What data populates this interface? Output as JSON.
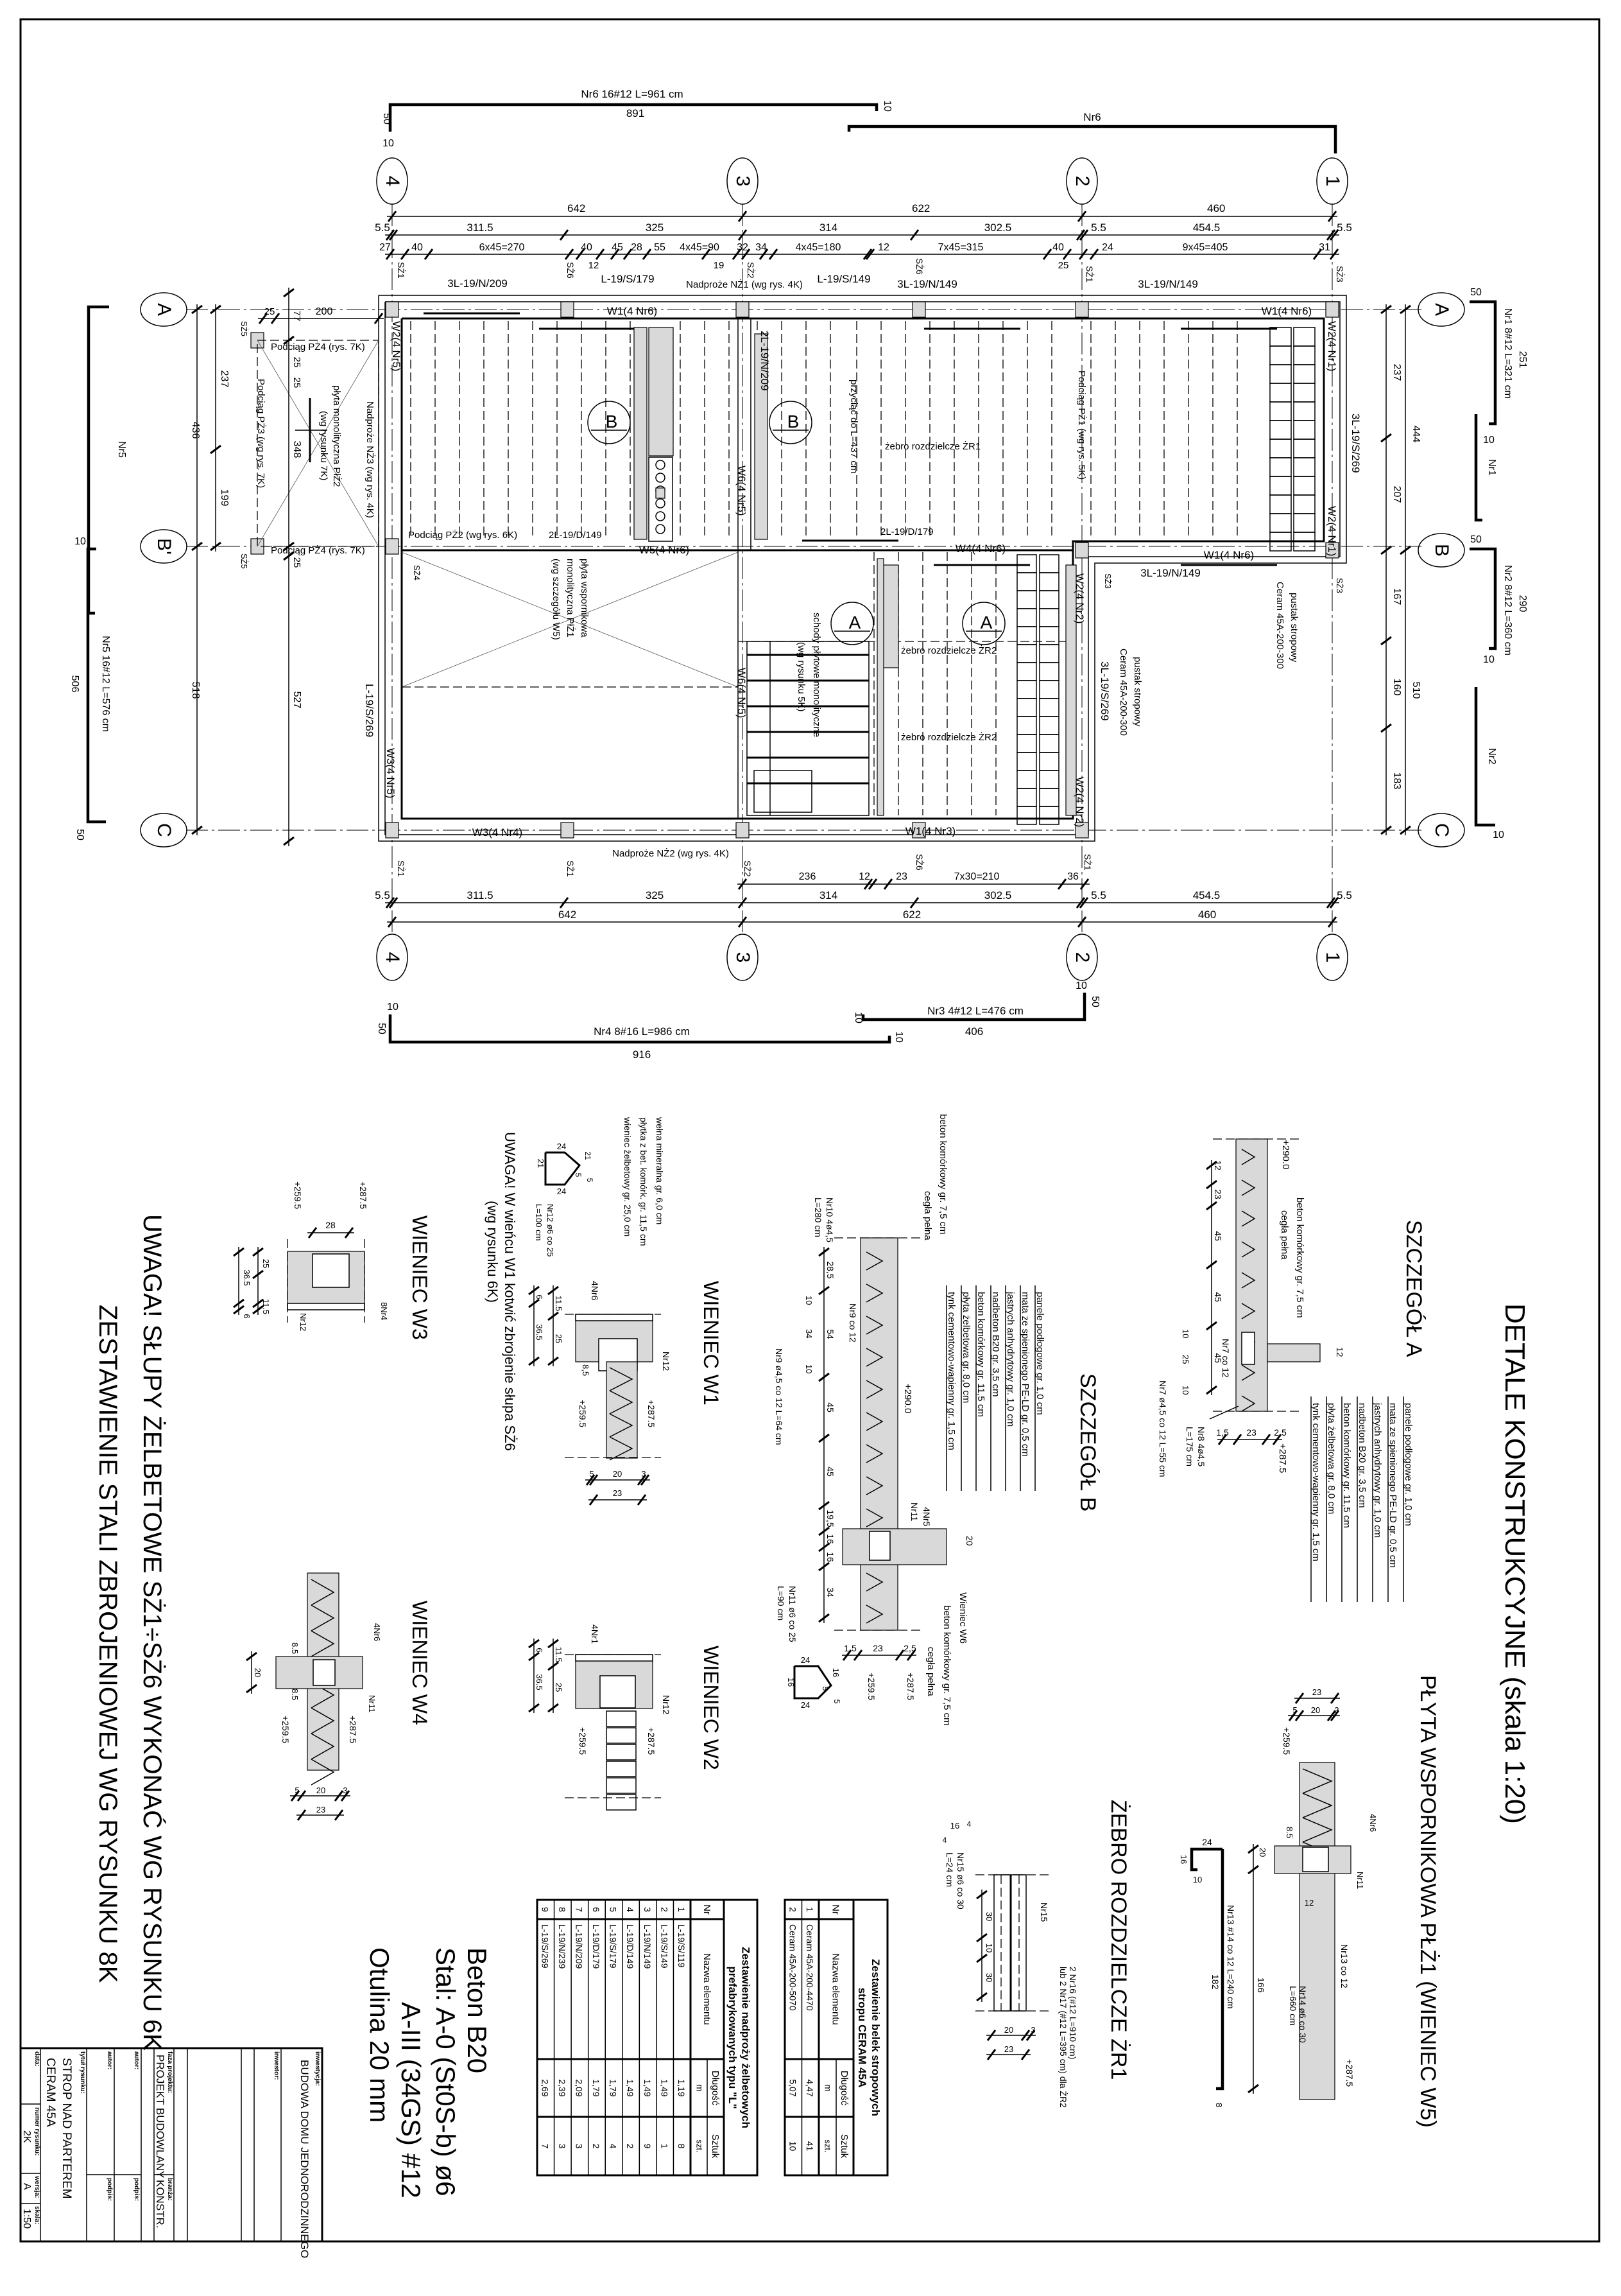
{
  "plan": {
    "grid_cols": [
      "4",
      "3",
      "2",
      "1"
    ],
    "grid_rows_left": [
      "A",
      "B'",
      "C"
    ],
    "grid_rows_right": [
      "A",
      "B",
      "C"
    ],
    "top_dims": {
      "axes": [
        "642",
        "622",
        "460"
      ],
      "walls": [
        "5.5",
        "311.5",
        "325",
        "314",
        "302.5",
        "5.5",
        "454.5",
        "5.5"
      ],
      "beams": [
        "27",
        "40",
        "6x45=270",
        "40",
        "45",
        "28",
        "55",
        "4x45=90",
        "32",
        "34",
        "4x45=180",
        "12",
        "7x45=315",
        "40",
        "24",
        "9x45=405",
        "31"
      ],
      "small": [
        "12",
        "19",
        "25"
      ]
    },
    "bottom_dims": {
      "axes": [
        "642",
        "622",
        "460"
      ],
      "walls": [
        "5.5",
        "311.5",
        "325",
        "314",
        "302.5",
        "5.5",
        "454.5",
        "5.5"
      ],
      "beams": [
        "236",
        "12",
        "23",
        "7x30=210",
        "36"
      ]
    },
    "left_dims": [
      "237",
      "199",
      "436",
      "518",
      "77",
      "25",
      "348",
      "25",
      "527",
      "25",
      "200",
      "25"
    ],
    "right_dims": [
      "237",
      "207",
      "444",
      "167",
      "160",
      "183",
      "510"
    ],
    "section_marks": [
      "B",
      "B",
      "A",
      "A"
    ],
    "labels": [
      "3L-19/N/209",
      "L-19/S/179",
      "Nadproże NŻ1 (wg rys. 4K)",
      "L-19/S/149",
      "3L-19/N/149",
      "3L-19/N/149",
      "W1(4 Nr6)",
      "W1(4 Nr6)",
      "Podciąg PŻ4 (rys. 7K)",
      "Podciąg PŻ4 (rys. 7K)",
      "Podciąg PŻ3 (wg rys. 7K)",
      "płyta monolityczna PłŻ2",
      "(wg rysunku 7K)",
      "Nadproże NŻ3 (wg rys. 4K)",
      "SŻ5",
      "SŻ5",
      "SŻ4",
      "W2(4 Nr5)",
      "L-19/S/269",
      "W3(4 Nr5)",
      "W3(4 Nr4)",
      "Podciąg PŻ2 (wg rys. 6K)",
      "2L-19/D/149",
      "W5(4 Nr6)",
      "płyta wspornikowa",
      "monolityczna PłŻ1",
      "(wg szczegółu W5)",
      "2L-19/N/209",
      "W6(4 Nr5)",
      "W6(4 Nr5)",
      "przyciąć do L=437 cm",
      "żebro rozdzielcze ŻR1",
      "Podciąg PŻ1 (wg rys. 5K)",
      "2L-19/D/179",
      "W4(4 Nr6)",
      "W1(4 Nr6)",
      "3L-19/N/149",
      "SŻ3",
      "W2(4 Nr2)",
      "schody płytowe monolityczne",
      "(wg rysunku 5K)",
      "żebro rozdzielcze ŻR2",
      "żebro rozdzielcze ŻR2",
      "pustak stropowy",
      "Ceram 45A-200-300",
      "3L-19/S/269",
      "pustak stropowy",
      "Ceram 45A-200-300",
      "3L-19/S/269",
      "W2(4 Nr1)",
      "W2(4 Nr1)",
      "W2(4 Nr2)",
      "W1(4 Nr3)",
      "SŻ3",
      "Nadproże NŻ2 (wg rys. 4K)",
      "SŻ1",
      "SŻ6",
      "SŻ2",
      "SŻ6",
      "SŻ1",
      "SŻ3",
      "SŻ1",
      "SŻ1",
      "SŻ2",
      "SŻ6",
      "SŻ1"
    ]
  },
  "rebars": [
    "Nr6 16#12 L=961 cm",
    "891",
    "50",
    "10",
    "10",
    "Nr6",
    "Nr4 8#16 L=986 cm",
    "916",
    "10",
    "50",
    "10",
    "Nr3 4#12 L=476 cm",
    "406",
    "10",
    "50",
    "10",
    "Nr5",
    "Nr5 16#12 L=576 cm",
    "506",
    "10",
    "50",
    "Nr1 8#12 L=321 cm",
    "251",
    "50",
    "10",
    "Nr1",
    "Nr2 8#12 L=360 cm",
    "290",
    "50",
    "10",
    "Nr2",
    "10"
  ],
  "details": {
    "headings": [
      "DETALE KONSTRUKCYJNE (skala 1:20)",
      "SZCZEGÓŁ A",
      "SZCZEGÓŁ B",
      "PŁYTA WSPORNIKOWA PŁŻ1 (WIENIEC W5)",
      "ŻEBRO ROZDZIELCZE ŻR1",
      "WIENIEC W1",
      "WIENIEC W2",
      "WIENIEC W3",
      "WIENIEC W4"
    ],
    "floor_layers": [
      "panele podłogowe gr. 1,0 cm",
      "mata ze spienionego PE-LD gr. 0,5 cm",
      "jastrych anhydrytowy gr. 1,0 cm",
      "nadbeton B20 gr. 3,5 cm",
      "beton komórkowy gr. 11,5 cm",
      "płyta żelbetowa gr. 8,0 cm",
      "tynk cementowo-wapienny gr. 1,5 cm"
    ],
    "szczegol_a": [
      "beton komórkowy gr. 7,5 cm",
      "cegła pełna",
      "+290.0",
      "+287.5",
      "12",
      "23",
      "45",
      "45",
      "45",
      "Nr7 co 12",
      "Nr8 4ø4,5",
      "L=175 cm",
      "Nr7 ø4,5 co 12 L=55 cm",
      "10",
      "25",
      "10",
      "1,5",
      "23",
      "2,5",
      "12"
    ],
    "szczegol_b": [
      "beton komórkowy gr. 7,5 cm",
      "cegła pełna",
      "Nr10 4ø4,5",
      "L=280 cm",
      "28,5",
      "54",
      "45",
      "45",
      "19,5",
      "16",
      "16",
      "34",
      "Nr9 co 12",
      "Nr9 ø4,5 co 12 L=64 cm",
      "10",
      "34",
      "10",
      "+290.0",
      "4Nr5",
      "Nr11",
      "20",
      "Wieniec W6",
      "beton komórkowy gr. 7,5 cm",
      "cegła pełna",
      "Nr11 ø6 co 25",
      "L=90 cm",
      "24",
      "24",
      "16",
      "16",
      "5",
      "5",
      "1,5",
      "23",
      "2,5",
      "+259.5",
      "+287.5"
    ],
    "wieniec_w1": [
      "wełna mineralna gr. 6,0 cm",
      "płytka z bet. komórk. gr. 11,5 cm",
      "wieniec żelbetowy gr. 25,0 cm",
      "4Nr6",
      "Nr12",
      "8,5",
      "+259.5",
      "+287.5",
      "5",
      "20",
      "3",
      "23",
      "24",
      "21",
      "24",
      "21",
      "5",
      "5",
      "Nr12 ø6 co 25",
      "L=100 cm",
      "UWAGA! W wieńcu W1 kotwić zbrojenie słupa SŻ6",
      "(wg rysunku 6K)",
      "11.5",
      "25",
      "6",
      "36.5"
    ],
    "wieniec_w2": [
      "4Nr1",
      "Nr12",
      "+259.5",
      "+287.5",
      "11.5",
      "25",
      "6",
      "36.5"
    ],
    "wieniec_w3": [
      "+259.5",
      "+287.5",
      "28",
      "8Nr4",
      "Nr12",
      "25",
      "36.5",
      "11.5",
      "6"
    ],
    "wieniec_w4": [
      "4Nr6",
      "Nr11",
      "8.5",
      "8.5",
      "+259.5",
      "+287.5",
      "20",
      "5",
      "20",
      "3",
      "23"
    ],
    "zebro_zr1": [
      "Nr15 ø6 co 30",
      "L=24 cm",
      "16",
      "4",
      "4",
      "Nr15",
      "2 Nr16 (#12 L=910 cm)",
      "lub 2 Nr17 (#12 L=395 cm) dla ŻR2",
      "30",
      "10",
      "30",
      "20",
      "3",
      "23"
    ],
    "plyta_plz1": [
      "24",
      "16",
      "10",
      "Nr13 #14 co 12 L=240 cm",
      "182",
      "166",
      "20",
      "8",
      "4Nr6",
      "Nr11",
      "8.5",
      "12",
      "Nr13 co 12",
      "Nr14 ø6 co 30",
      "L=660 cm",
      "+287.5",
      "23",
      "5",
      "20",
      "3",
      "+259.5"
    ]
  },
  "notes": {
    "columns_note": "UWAGA! SŁUPY ŻELBETOWE SŻ1÷SŻ6 WYKONAĆ WG RYSUNKU 6K",
    "steel_note": "ZESTAWIENIE STALI ZBROJENIOWEJ WG RYSUNKU 8K",
    "concrete": "Beton B20",
    "steel1": "Stal: A-0 (St0S-b) ø6",
    "steel2": "A-III (34GS) #12",
    "cover": "Otulina 20 mm"
  },
  "tables": {
    "lintels": {
      "title1": "Zestawienie nadproży żelbetowych",
      "title2": "prefabrykowanych typu \"L\"",
      "headers": {
        "nr": "Nr",
        "name": "Nazwa elementu",
        "length": "Długość",
        "length_unit": "m",
        "count": "Sztuk",
        "count_unit": "szt."
      },
      "rows": [
        {
          "nr": "1",
          "name": "L-19/S/119",
          "length": "1,19",
          "count": "8"
        },
        {
          "nr": "2",
          "name": "L-19/S/149",
          "length": "1,49",
          "count": "1"
        },
        {
          "nr": "3",
          "name": "L-19/N/149",
          "length": "1,49",
          "count": "9"
        },
        {
          "nr": "4",
          "name": "L-19/D/149",
          "length": "1,49",
          "count": "2"
        },
        {
          "nr": "5",
          "name": "L-19/S/179",
          "length": "1,79",
          "count": "4"
        },
        {
          "nr": "6",
          "name": "L-19/D/179",
          "length": "1,79",
          "count": "2"
        },
        {
          "nr": "7",
          "name": "L-19/N/209",
          "length": "2,09",
          "count": "3"
        },
        {
          "nr": "8",
          "name": "L-19/N/239",
          "length": "2,39",
          "count": "3"
        },
        {
          "nr": "9",
          "name": "L-19/S/269",
          "length": "2,69",
          "count": "7"
        }
      ]
    },
    "beams": {
      "title1": "Zestawienie belek stropowych",
      "title2": "stropu CERAM 45A",
      "headers": {
        "nr": "Nr",
        "name": "Nazwa elementu",
        "length": "Długość",
        "length_unit": "m",
        "count": "Sztuk",
        "count_unit": "szt."
      },
      "rows": [
        {
          "nr": "1",
          "name": "Ceram 45A-200-4470",
          "length": "4,47",
          "count": "41"
        },
        {
          "nr": "2",
          "name": "Ceram 45A-200-5070",
          "length": "5,07",
          "count": "10"
        }
      ]
    }
  },
  "title_block": {
    "investment_label": "inwestycja:",
    "investment": "BUDOWA DOMU JEDNORODZINNEGO",
    "investor_label": "inwestor:",
    "phase_label": "faza projektu:",
    "phase": "PROJEKT BUDOWLANY",
    "branch_label": "branża:",
    "branch": "KONSTR.",
    "author_label": "autor:",
    "signature_label": "podpis:",
    "title_label": "tytuł rysunku:",
    "title_line1": "STROP NAD PARTEREM",
    "title_line2": "CERAM 45A",
    "date_label": "data:",
    "number_label": "numer rysunku:",
    "number": "2K",
    "version_label": "wersja:",
    "version": "A",
    "scale_label": "skala:",
    "scale": "1:50"
  }
}
